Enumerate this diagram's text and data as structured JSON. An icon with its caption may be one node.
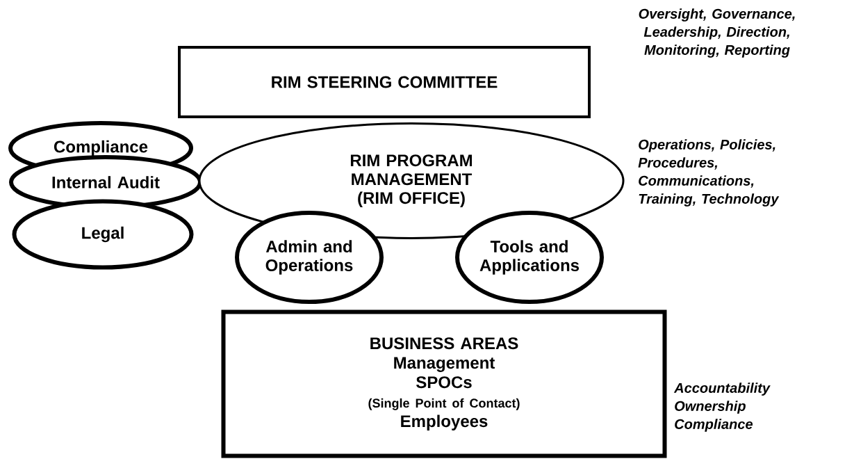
{
  "diagram": {
    "nodes": [
      {
        "text": [
          "RIM STEERING COMMITTEE"
        ],
        "beside": [
          "Oversight, Governance, Leadership, Direction, Monitoring, Reporting"
        ]
      },
      {
        "text": [
          "Compliance"
        ]
      },
      {
        "text": [
          "Internal Audit"
        ]
      },
      {
        "text": [
          "Legal"
        ]
      },
      {
        "text": [
          "RIM PROGRAM MANAGEMENT (RIM OFFICE)"
        ],
        "beside": [
          "Operations, Policies, Procedures, Communications, Training, Technology"
        ]
      },
      {
        "text": [
          "Admin and Operations"
        ]
      },
      {
        "text": [
          "Tools and Applications"
        ]
      },
      {
        "text": [
          "BUSINESS AREAS",
          "Management",
          "SPOCs",
          "(Single Point of Contact)",
          "Employees"
        ],
        "beside": [
          "Accountability Ownership Compliance"
        ]
      }
    ]
  }
}
